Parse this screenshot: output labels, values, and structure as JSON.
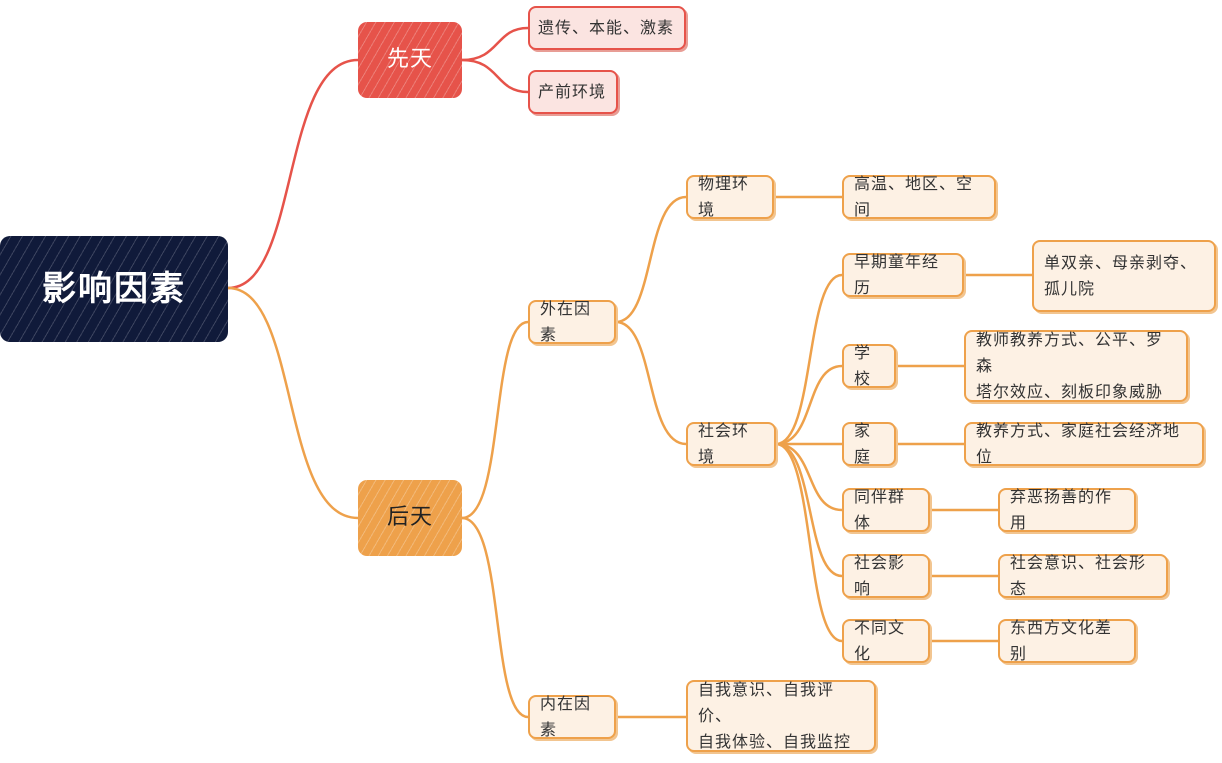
{
  "colors": {
    "root_bg": "#101a3a",
    "innate": "#e6534a",
    "acquired": "#eea14b",
    "leaf_fill": "#fdf1e4"
  },
  "root": "影响因素",
  "innate": {
    "label": "先天",
    "children": [
      "遗传、本能、激素",
      "产前环境"
    ]
  },
  "acquired": {
    "label": "后天",
    "external": {
      "label": "外在因素",
      "physical": {
        "label": "物理环境",
        "detail": "高温、地区、空间"
      },
      "social": {
        "label": "社会环境",
        "items": [
          {
            "label": "早期童年经历",
            "detail": [
              "单双亲、母亲剥夺、",
              "孤儿院"
            ]
          },
          {
            "label": "学校",
            "detail": [
              "教师教养方式、公平、罗森",
              "塔尔效应、刻板印象威胁"
            ]
          },
          {
            "label": "家庭",
            "detail": [
              "教养方式、家庭社会经济地位"
            ]
          },
          {
            "label": "同伴群体",
            "detail": [
              "弃恶扬善的作用"
            ]
          },
          {
            "label": "社会影响",
            "detail": [
              "社会意识、社会形态"
            ]
          },
          {
            "label": "不同文化",
            "detail": [
              "东西方文化差别"
            ]
          }
        ]
      }
    },
    "internal": {
      "label": "内在因素",
      "detail": [
        "自我意识、自我评价、",
        "自我体验、自我监控"
      ]
    }
  }
}
